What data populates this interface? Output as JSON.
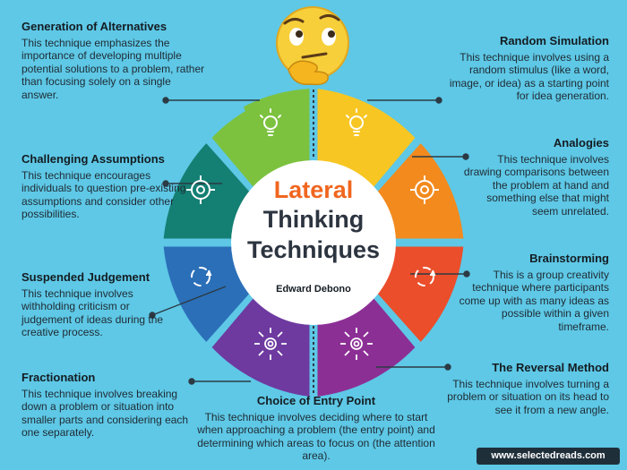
{
  "center": {
    "title_line1": "Lateral",
    "title_line2": "Thinking",
    "title_line3": "Techniques",
    "author": "Edward Debono"
  },
  "techniques": [
    {
      "key": "gen",
      "title": "Generation of Alternatives",
      "desc": "This technique emphasizes the importance of developing multiple potential solutions to a problem, rather than focusing solely on a single answer."
    },
    {
      "key": "rand",
      "title": "Random Simulation",
      "desc": "This technique involves using a random stimulus (like a word, image, or idea) as a starting point for idea generation."
    },
    {
      "key": "chal",
      "title": "Challenging Assumptions",
      "desc": "This technique encourages individuals to question pre-existing assumptions and consider other possibilities."
    },
    {
      "key": "anal",
      "title": "Analogies",
      "desc": "This technique involves drawing comparisons between the problem at hand and something else that might seem unrelated."
    },
    {
      "key": "susp",
      "title": "Suspended Judgement",
      "desc": "This technique involves withholding criticism or judgement of ideas during the creative process."
    },
    {
      "key": "brain",
      "title": "Brainstorming",
      "desc": "This is a group creativity technique where participants come up with as many ideas as possible within a given timeframe."
    },
    {
      "key": "frac",
      "title": "Fractionation",
      "desc": "This technique involves breaking down a problem or situation into smaller parts and considering each one separately."
    },
    {
      "key": "rev",
      "title": "The Reversal Method",
      "desc": "This technique involves turning a problem or situation on its head to see it from a new angle."
    },
    {
      "key": "entry",
      "title": "Choice of Entry Point",
      "desc": "This technique involves deciding where to start when approaching a problem (the entry point) and determining which areas to focus on (the attention area)."
    }
  ],
  "footer": "www.selectedreads.com",
  "colors": {
    "background": "#5ec8e6",
    "segment_top_left": "#7cc23f",
    "segment_top_right": "#f7c623",
    "segment_upper_left": "#147f73",
    "segment_upper_right": "#f28a1e",
    "segment_lower_left": "#2b6fb8",
    "segment_lower_right": "#ea4e2b",
    "segment_bottom_left": "#6e3aa0",
    "segment_bottom_right": "#8c2f95",
    "title_accent": "#f0661f",
    "title_dark": "#2c3440"
  },
  "icons": [
    "thinking-face-emoji",
    "lightbulb-icon",
    "target-icon",
    "cycle-arrows-icon",
    "gear-network-icon"
  ]
}
